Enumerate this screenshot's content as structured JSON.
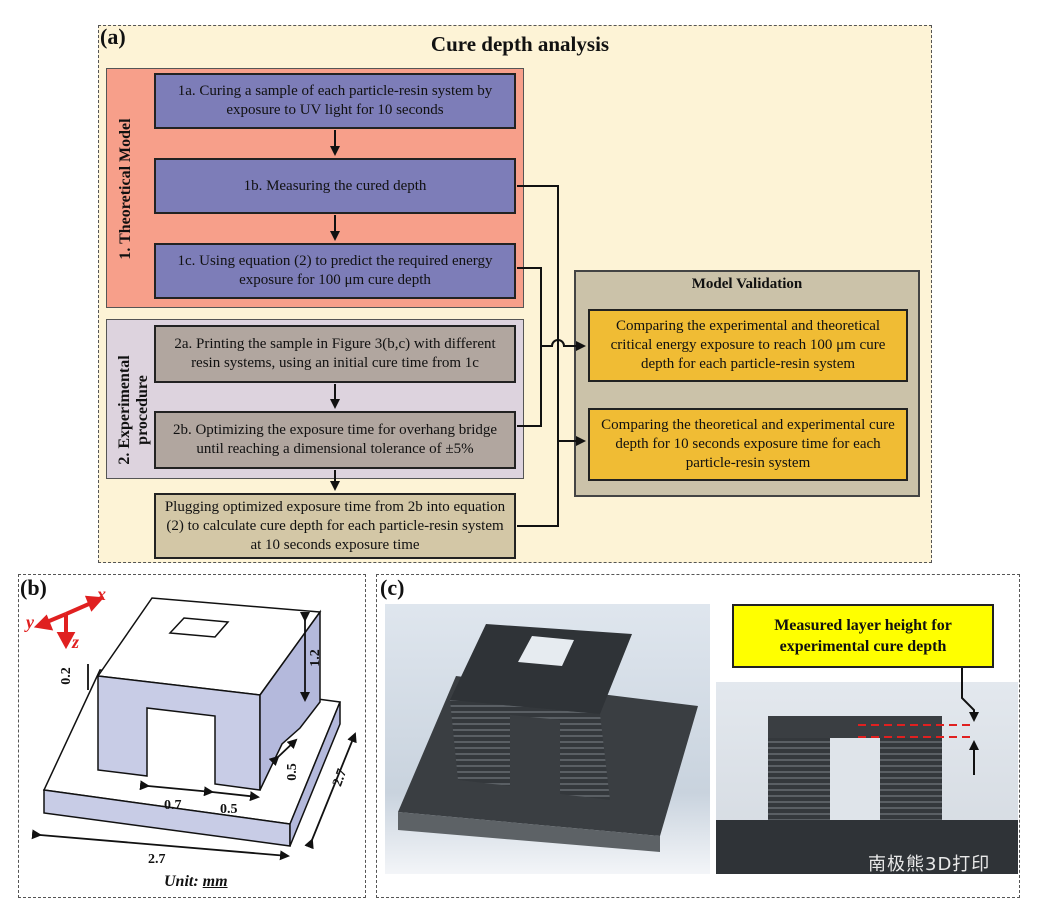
{
  "panel_a": {
    "label": "(a)",
    "title": "Cure depth analysis",
    "theory_group": "1. Theoretical Model",
    "exp_group_line1": "2. Experimental",
    "exp_group_line2": "procedure",
    "box_1a": "1a. Curing a sample of each particle-resin system by exposure to UV light for 10 seconds",
    "box_1b": "1b. Measuring the cured depth",
    "box_1c": "1c. Using equation (2) to predict the required energy exposure for 100 μm cure depth",
    "box_2a": "2a. Printing the sample in Figure 3(b,c) with different resin systems, using an initial cure time from 1c",
    "box_2b": "2b. Optimizing the exposure time for overhang bridge until reaching a dimensional tolerance of ±5%",
    "box_plug": "Plugging optimized exposure time from 2b into equation (2) to calculate cure depth for each particle-resin system at 10 seconds exposure time",
    "validation_title": "Model Validation",
    "validation_1": "Comparing the experimental and theoretical critical energy exposure to reach 100 μm cure depth for each particle-resin system",
    "validation_2": "Comparing the theoretical and experimental cure depth for 10 seconds exposure time for each particle-resin system"
  },
  "panel_b": {
    "label": "(b)",
    "axis_x": "x",
    "axis_y": "y",
    "axis_z": "z",
    "dim_02": "0.2",
    "dim_12": "1.2",
    "dim_07": "0.7",
    "dim_05a": "0.5",
    "dim_05b": "0.5",
    "dim_27a": "2.7",
    "dim_27b": "2.7",
    "unit_prefix": "Unit: ",
    "unit_value": "mm"
  },
  "panel_c": {
    "label": "(c)",
    "callout": "Measured layer height for experimental cure depth",
    "watermark": "南极熊3D打印"
  },
  "colors": {
    "panel_a_bg": "#fdf3d6",
    "theory_bg": "#f79f8a",
    "exp_bg": "#ddd3de",
    "blue_box": "#7d7db8",
    "taupe_box": "#b1a69f",
    "validation_bg": "#cbc2a9",
    "gold_box": "#f0bc34",
    "callout_bg": "#ffff00",
    "axis_red": "#e02020"
  }
}
